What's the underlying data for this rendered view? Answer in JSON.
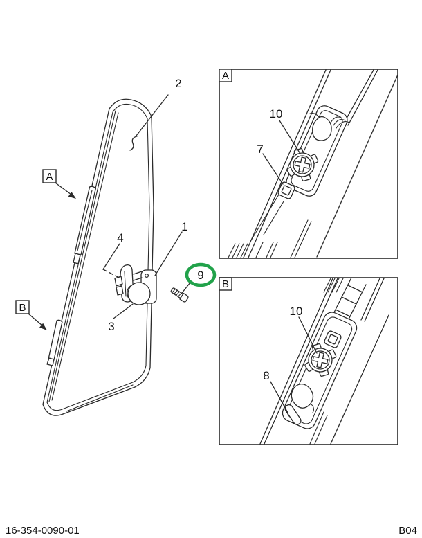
{
  "document": {
    "doc_number": "16-354-0090-01",
    "page_code": "B04"
  },
  "colors": {
    "line": "#2a2a2a",
    "highlight_green": "#21a24a"
  },
  "main_view": {
    "callouts": {
      "c1": "1",
      "c2": "2",
      "c3": "3",
      "c4": "4",
      "c9": "9"
    },
    "view_refs": {
      "a": "A",
      "b": "B"
    }
  },
  "detail_view_a": {
    "label": "A",
    "callouts": {
      "c7": "7",
      "c10": "10"
    }
  },
  "detail_view_b": {
    "label": "B",
    "callouts": {
      "c8": "8",
      "c10": "10"
    }
  }
}
